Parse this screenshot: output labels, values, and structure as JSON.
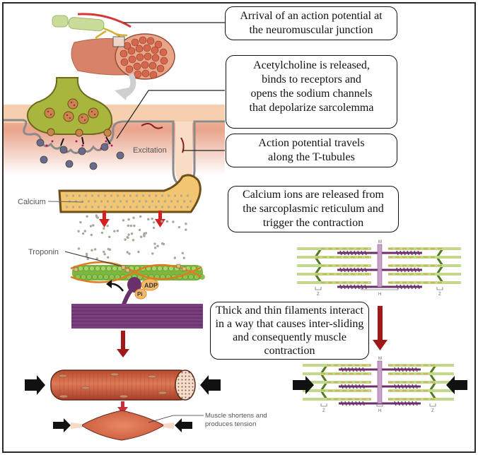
{
  "diagram": {
    "title": "Excitation-contraction coupling in skeletal muscle",
    "callouts": [
      {
        "id": "step1",
        "text": "Arrival of an action potential at\nthe neuromuscular junction"
      },
      {
        "id": "step2",
        "text": "Acetylcholine is released,\nbinds to receptors and\nopens the sodium channels\nthat depolarize sarcolemma"
      },
      {
        "id": "step3",
        "text": "Action potential travels\nalong the T-tubules"
      },
      {
        "id": "step4",
        "text": "Calcium ions are released from\nthe sarcoplasmic reticulum and\ntrigger the contraction"
      },
      {
        "id": "step5",
        "text": "Thick and thin filaments interact\nin a way that causes inter-sliding\nand consequently muscle\ncontraction"
      }
    ],
    "labels": {
      "excitation": "Excitation",
      "calcium": "Calcium",
      "troponin": "Troponin",
      "adp": "ADP",
      "pi": "Pi",
      "muscle_note_line1": "Muscle shortens and",
      "muscle_note_line2": "produces tension",
      "sarcomere_m": "M",
      "sarcomere_h": "H",
      "sarcomere_z": "Z"
    },
    "colors": {
      "muscle": "#c8573a",
      "nerve": "#c9dc9a",
      "terminal": "#9aa838",
      "sarcoplasm": "#f3c7a5",
      "reticulum": "#f2c670",
      "actin": "#7cb63e",
      "myosin": "#6b2f6b",
      "arrow_red": "#b31b1b",
      "arrow_black": "#111111"
    }
  }
}
